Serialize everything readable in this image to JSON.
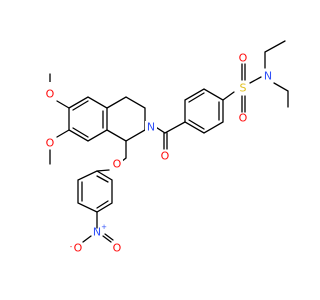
{
  "colors": {
    "bond": "#000000",
    "oxygen": "#ff0d0d",
    "nitrogen": "#3050f8",
    "sulfur": "#e0c020"
  },
  "atoms": {
    "o_methoxy_top": "O",
    "o_methoxy_bottom": "O",
    "o_ether": "O",
    "o_nitro_left": "O",
    "o_nitro_right": "O",
    "n_nitro": "N",
    "n_ring": "N",
    "o_carbonyl": "O",
    "s_sulfonyl": "S",
    "o_sulfonyl_top": "O",
    "o_sulfonyl_bottom": "O",
    "n_amine": "N"
  },
  "charges": {
    "nitro_n": "+",
    "nitro_o": "-"
  }
}
